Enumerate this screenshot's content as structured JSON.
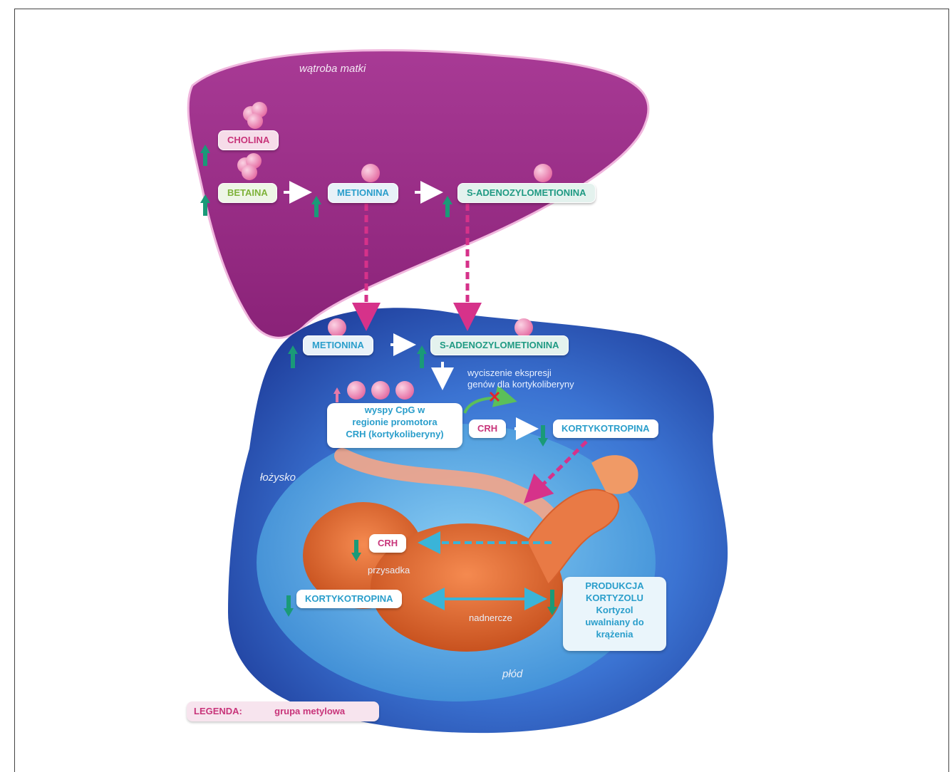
{
  "labels": {
    "liver": "wątroba matki",
    "placenta": "łożysko",
    "fetus": "płód",
    "pituitary": "przysadka",
    "adrenal": "nadnercze",
    "silencing_line1": "wyciszenie ekspresji",
    "silencing_line2": "genów dla kortykoliberyny"
  },
  "pills": {
    "cholina": "CHOLINA",
    "betaina": "BETAINA",
    "metionina_liver": "METIONINA",
    "same_liver": "S-ADENOZYLOMETIONINA",
    "metionina_placenta": "METIONINA",
    "same_placenta": "S-ADENOZYLOMETIONINA",
    "crh_placenta": "CRH",
    "kortykotropina_placenta": "KORTYKOTROPINA",
    "crh_fetus": "CRH",
    "kortykotropina_fetus": "KORTYKOTROPINA"
  },
  "cpg_box": {
    "line1": "wyspy CpG w",
    "line2": "regionie promotora",
    "line3": "CRH (kortykoliberyny)"
  },
  "production_box": {
    "line1": "PRODUKCJA",
    "line2": "KORTYZOLU",
    "line3": "Kortyzol",
    "line4": "uwalniany do",
    "line5": "krążenia"
  },
  "legend": {
    "title": "LEGENDA:",
    "item": "grupa metylowa"
  },
  "colors": {
    "liver": "#9b2e8a",
    "placenta": "#2f5fc4",
    "up_arrow": "#1a9a78",
    "dashed_arrow": "#d6328a",
    "fetal_dashed_arrow": "#3ab4d8",
    "methyl_group": "#ee8fb8"
  }
}
